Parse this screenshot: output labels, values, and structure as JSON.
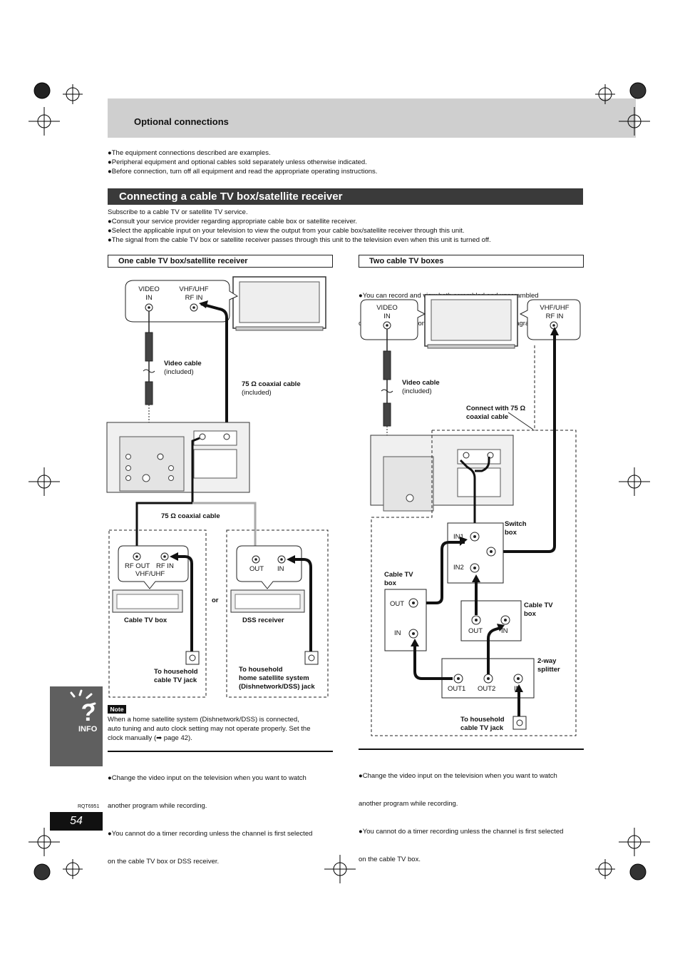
{
  "header": {
    "title": "Optional connections"
  },
  "intro_bullets": [
    "●The equipment connections described are examples.",
    "●Peripheral equipment and optional cables sold separately unless otherwise indicated.",
    "●Before connection, turn off all equipment and read the appropriate operating instructions."
  ],
  "section": {
    "title": "Connecting a cable TV box/satellite receiver",
    "lines": [
      "Subscribe to a cable TV or satellite TV service.",
      "●Consult your service provider regarding appropriate cable box or satellite receiver.",
      "●Select the applicable input on your television to view the output from your cable box/satellite receiver through this unit.",
      "●The signal from the cable TV box or satellite receiver passes through this unit to the television even when this unit is turned off."
    ]
  },
  "left": {
    "title": "One cable TV box/satellite receiver",
    "tv_video_in": [
      "VIDEO",
      "IN"
    ],
    "tv_rf_in": [
      "VHF/UHF",
      "RF IN"
    ],
    "video_cable": "Video cable",
    "included": "(included)",
    "coax_75": "75 Ω coaxial cable",
    "coax_75_plain": "75 Ω coaxial cable",
    "cable_box_ports": [
      "RF OUT",
      "RF IN",
      "VHF/UHF"
    ],
    "cable_box": "Cable TV box",
    "or": "or",
    "dss_ports": [
      "OUT",
      "IN"
    ],
    "dss": "DSS receiver",
    "jack1": [
      "To household",
      "cable TV jack"
    ],
    "jack2": [
      "To household",
      "home satellite system",
      "(Dishnetwork/DSS) jack"
    ],
    "note_label": "Note",
    "note_lines": [
      "When a home satellite system (Dishnetwork/DSS) is connected,",
      "auto tuning and auto clock setting may not operate properly. Set the",
      "clock manually (➡ page 42)."
    ],
    "footer_bullets": [
      "●Change the video input on the television when you want to watch",
      "  another program while recording.",
      "●You cannot do a timer recording unless the channel is first selected",
      "  on the cable TV box or DSS receiver."
    ]
  },
  "right": {
    "title": "Two cable TV boxes",
    "intro": [
      "●You can record and view both scrambled and unscrambled",
      "  channels if connections are made as shown in the diagram below."
    ],
    "tv_video_in": [
      "VIDEO",
      "IN"
    ],
    "tv_rf_in": [
      "VHF/UHF",
      "RF IN"
    ],
    "video_cable": "Video cable",
    "included": "(included)",
    "connect_with": [
      "Connect with 75 Ω",
      "coaxial cable"
    ],
    "switch_box": [
      "Switch",
      "box"
    ],
    "switch_ports": [
      "IN1",
      "IN2"
    ],
    "cable_box_a": [
      "Cable TV",
      "box"
    ],
    "box_a_ports": [
      "OUT",
      "IN"
    ],
    "cable_box_b": [
      "Cable TV",
      "box"
    ],
    "box_b_ports": [
      "OUT",
      "IN"
    ],
    "splitter": [
      "2-way",
      "splitter"
    ],
    "splitter_ports": [
      "OUT1",
      "OUT2",
      "IN"
    ],
    "jack": [
      "To household",
      "cable TV jack"
    ],
    "footer_bullets": [
      "●Change the video input on the television when you want to watch",
      "  another program while recording.",
      "●You cannot do a timer recording unless the channel is first selected",
      "  on the cable TV box."
    ]
  },
  "sidebar": {
    "info_label": "INFO"
  },
  "footer": {
    "code": "RQT6951",
    "page_number": "54"
  }
}
